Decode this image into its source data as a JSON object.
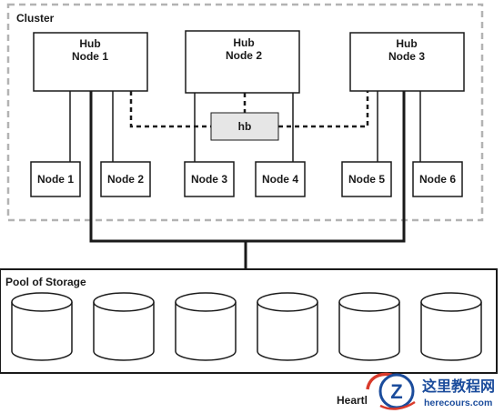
{
  "cluster": {
    "label": "Cluster",
    "hub_nodes": [
      {
        "line1": "Hub",
        "line2": "Node 1"
      },
      {
        "line1": "Hub",
        "line2": "Node 2"
      },
      {
        "line1": "Hub",
        "line2": "Node 3"
      }
    ],
    "hb_label": "hb",
    "leaf_nodes": [
      "Node 1",
      "Node 2",
      "Node 3",
      "Node 4",
      "Node 5",
      "Node 6"
    ]
  },
  "storage": {
    "label": "Pool of Storage",
    "disk_count": 6
  },
  "bottom_label": "Heartl",
  "watermark": {
    "logo_letter": "Z",
    "title": "这里教程网",
    "url": "herecours.com"
  },
  "colors": {
    "hub_fill": "#ffffff",
    "hb_fill": "#e6e6e6",
    "storage_fill": "#ffffff",
    "disk_fill": "#ffffff",
    "dashed_border": "#b3b3b3",
    "line": "#1a1a1a",
    "watermark_red": "#d93a2b",
    "watermark_blue": "#1b4c9c"
  }
}
